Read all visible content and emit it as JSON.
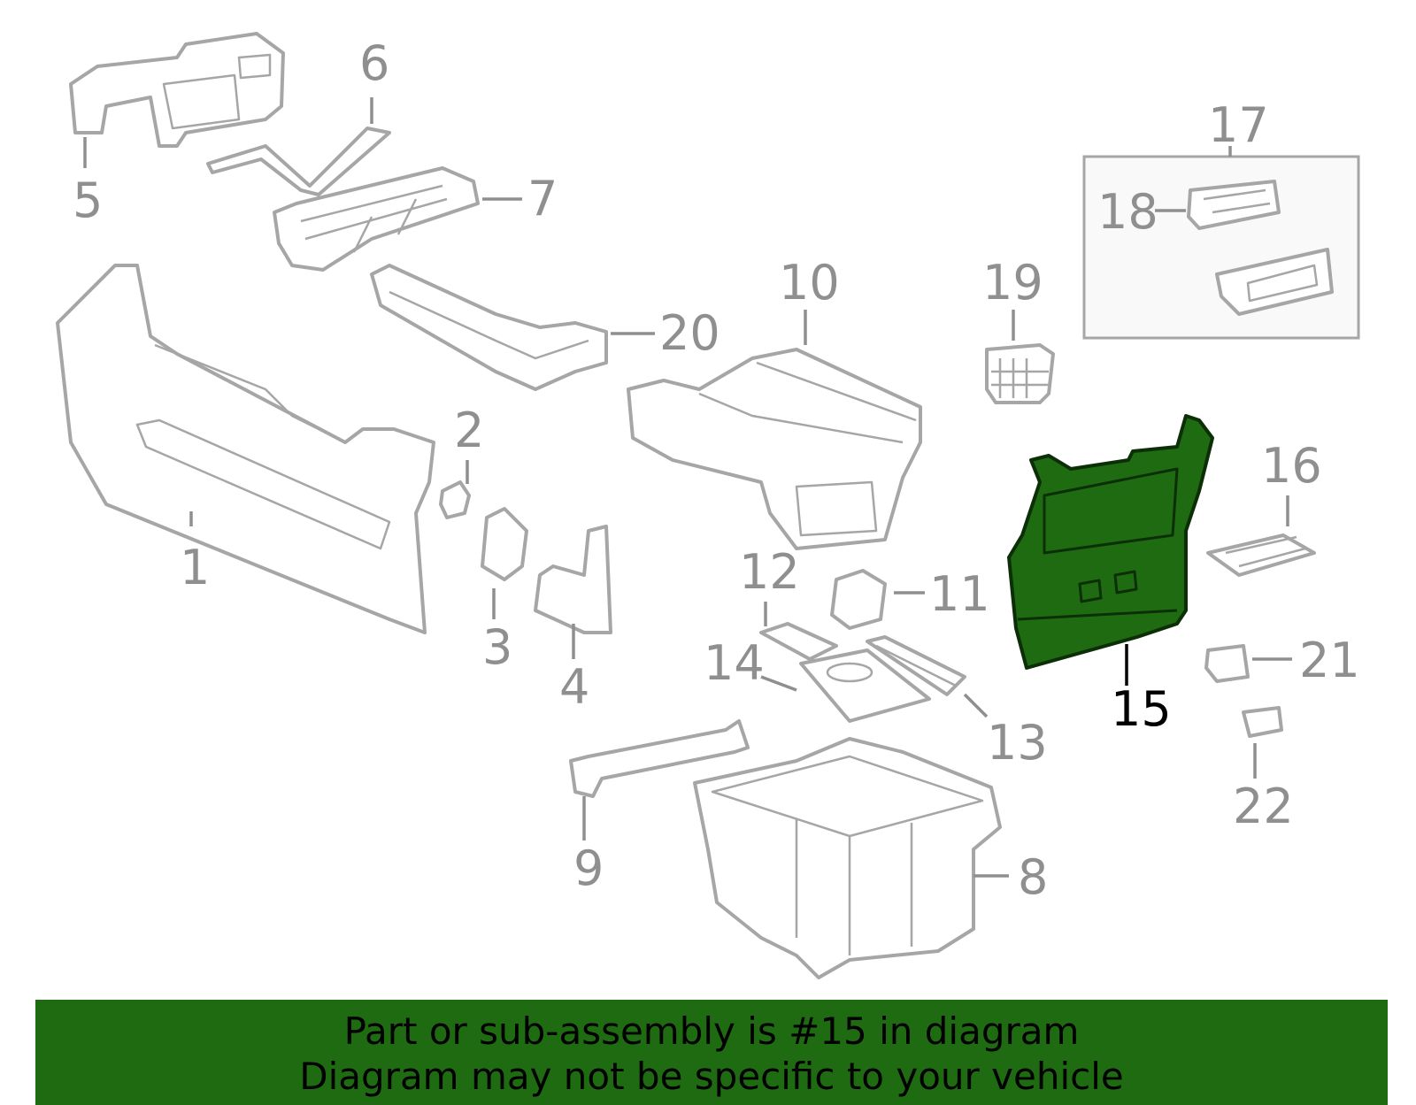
{
  "diagram": {
    "callouts": [
      {
        "id": "1",
        "label": "1"
      },
      {
        "id": "2",
        "label": "2"
      },
      {
        "id": "3",
        "label": "3"
      },
      {
        "id": "4",
        "label": "4"
      },
      {
        "id": "5",
        "label": "5"
      },
      {
        "id": "6",
        "label": "6"
      },
      {
        "id": "7",
        "label": "7"
      },
      {
        "id": "8",
        "label": "8"
      },
      {
        "id": "9",
        "label": "9"
      },
      {
        "id": "10",
        "label": "10"
      },
      {
        "id": "11",
        "label": "11"
      },
      {
        "id": "12",
        "label": "12"
      },
      {
        "id": "13",
        "label": "13"
      },
      {
        "id": "14",
        "label": "14"
      },
      {
        "id": "15",
        "label": "15"
      },
      {
        "id": "16",
        "label": "16"
      },
      {
        "id": "17",
        "label": "17"
      },
      {
        "id": "18",
        "label": "18"
      },
      {
        "id": "19",
        "label": "19"
      },
      {
        "id": "20",
        "label": "20"
      },
      {
        "id": "21",
        "label": "21"
      },
      {
        "id": "22",
        "label": "22"
      }
    ],
    "highlighted_part": "15",
    "colors": {
      "highlight_fill": "#1e6b12",
      "part_stroke": "#a6a6a6",
      "callout_text": "#8f8f8f",
      "highlight_text": "#000000",
      "banner_background": "#1e6b12"
    }
  },
  "footer": {
    "line1": "Part or sub-assembly is #15 in diagram",
    "line2": "Diagram may not be specific to your vehicle"
  }
}
